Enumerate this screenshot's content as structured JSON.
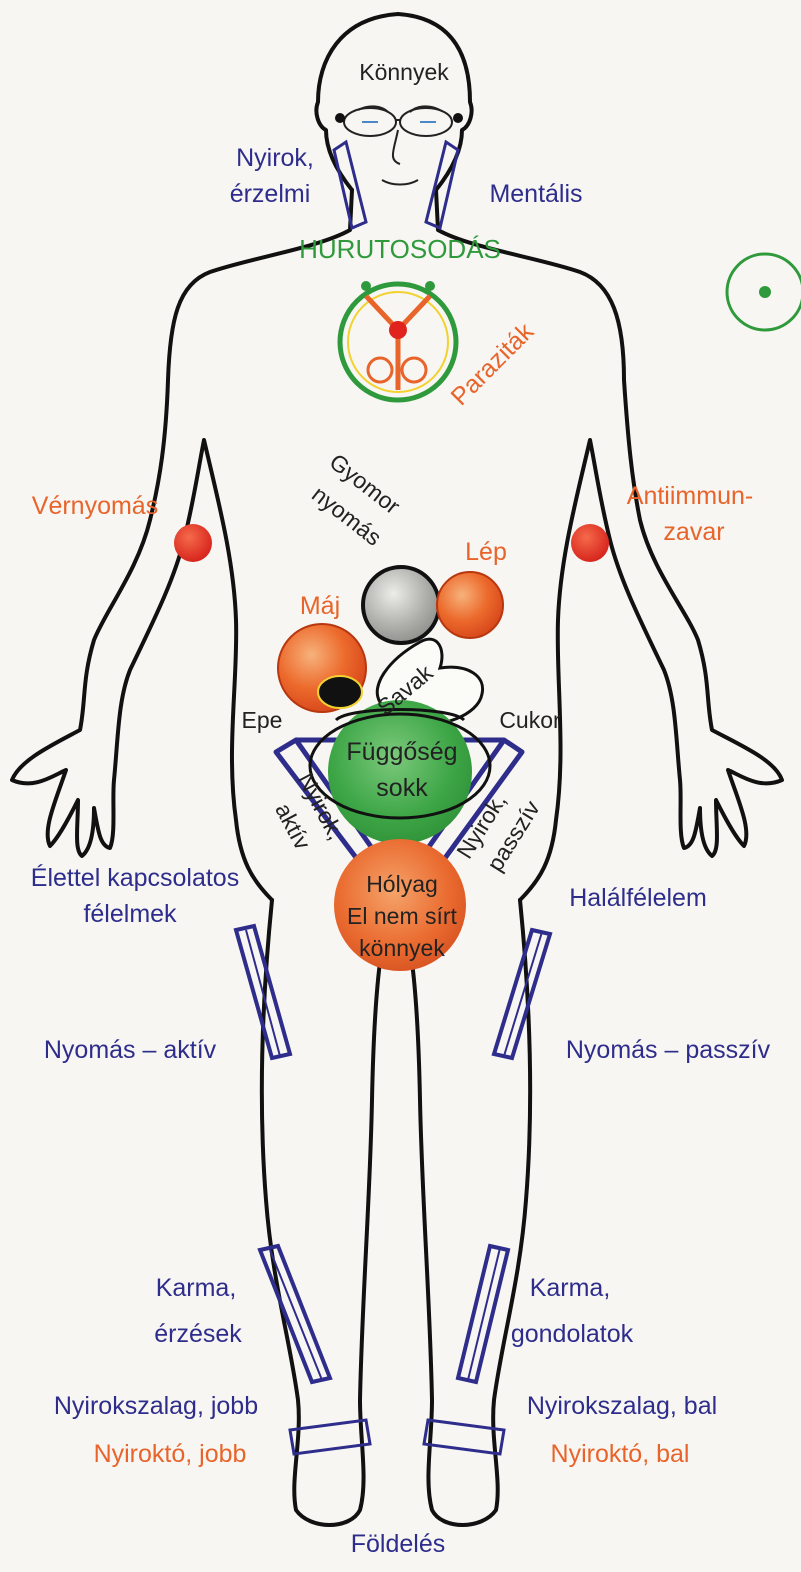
{
  "colors": {
    "blue": "#2e2d8c",
    "orange": "#e8642a",
    "green": "#2f9a3c",
    "red": "#e0241d",
    "dark": "#222222",
    "gray": "#9b9b98",
    "outline": "#111111",
    "background": "#f7f6f2"
  },
  "labels": {
    "head": "Könnyek",
    "lymph_emotional_1": "Nyirok,",
    "lymph_emotional_2": "érzelmi",
    "mental": "Mentális",
    "catarrh": "HURUTOSODÁS",
    "parasites": "Paraziták",
    "blood_pressure": "Vérnyomás",
    "antiimmune_1": "Antiimmun-",
    "antiimmune_2": "zavar",
    "stomach_pressure_1": "Gyomor",
    "stomach_pressure_2": "nyomás",
    "spleen": "Lép",
    "liver": "Máj",
    "acids": "Savak",
    "bile": "Epe",
    "sugar": "Cukor",
    "addiction_1": "Függőség",
    "addiction_2": "sokk",
    "lymph_active_1": "Nyirok,",
    "lymph_active_2": "aktív",
    "lymph_passive_1": "Nyirok,",
    "lymph_passive_2": "passzív",
    "life_fears_1": "Élettel kapcsolatos",
    "life_fears_2": "félelmek",
    "fear_of_death": "Halálfélelem",
    "bladder_1": "Hólyag",
    "bladder_2": "El nem sírt",
    "bladder_3": "könnyek",
    "pressure_active": "Nyomás – aktív",
    "pressure_passive": "Nyomás – passzív",
    "karma_feelings_1": "Karma,",
    "karma_feelings_2": "érzések",
    "karma_thoughts_1": "Karma,",
    "karma_thoughts_2": "gondolatok",
    "lymph_band_right": "Nyirokszalag, jobb",
    "lymph_band_left": "Nyirokszalag, bal",
    "lymph_lake_right": "Nyiroktó, jobb",
    "lymph_lake_left": "Nyiroktó, bal",
    "grounding": "Földelés"
  }
}
